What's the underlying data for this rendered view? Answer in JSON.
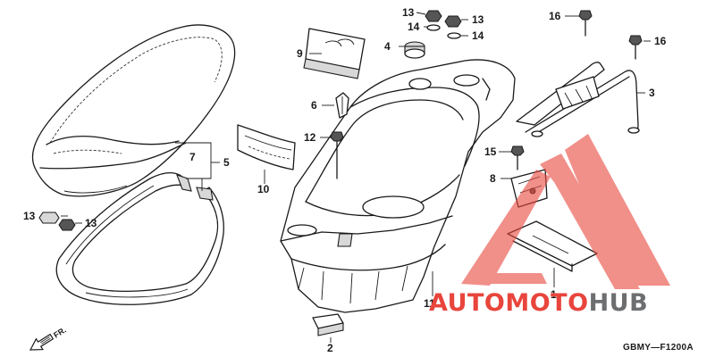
{
  "diagram": {
    "drawing_code": "GBMY—F1200A",
    "direction_label": "FR.",
    "callouts": {
      "p1": "1",
      "p2": "2",
      "p3": "3",
      "p4": "4",
      "p5": "5",
      "p6": "6",
      "p7": "7",
      "p8": "8",
      "p9": "9",
      "p10": "10",
      "p11": "11",
      "p12": "12",
      "p13a": "13",
      "p13b": "13",
      "p13c": "13",
      "p13d": "13",
      "p14a": "14",
      "p14b": "14",
      "p15": "15",
      "p16a": "16",
      "p16b": "16"
    }
  },
  "watermark": {
    "word_red": "AUTOMOTO",
    "word_gray": "HUB",
    "red": "#e8453c",
    "gray": "#6d6e70"
  }
}
